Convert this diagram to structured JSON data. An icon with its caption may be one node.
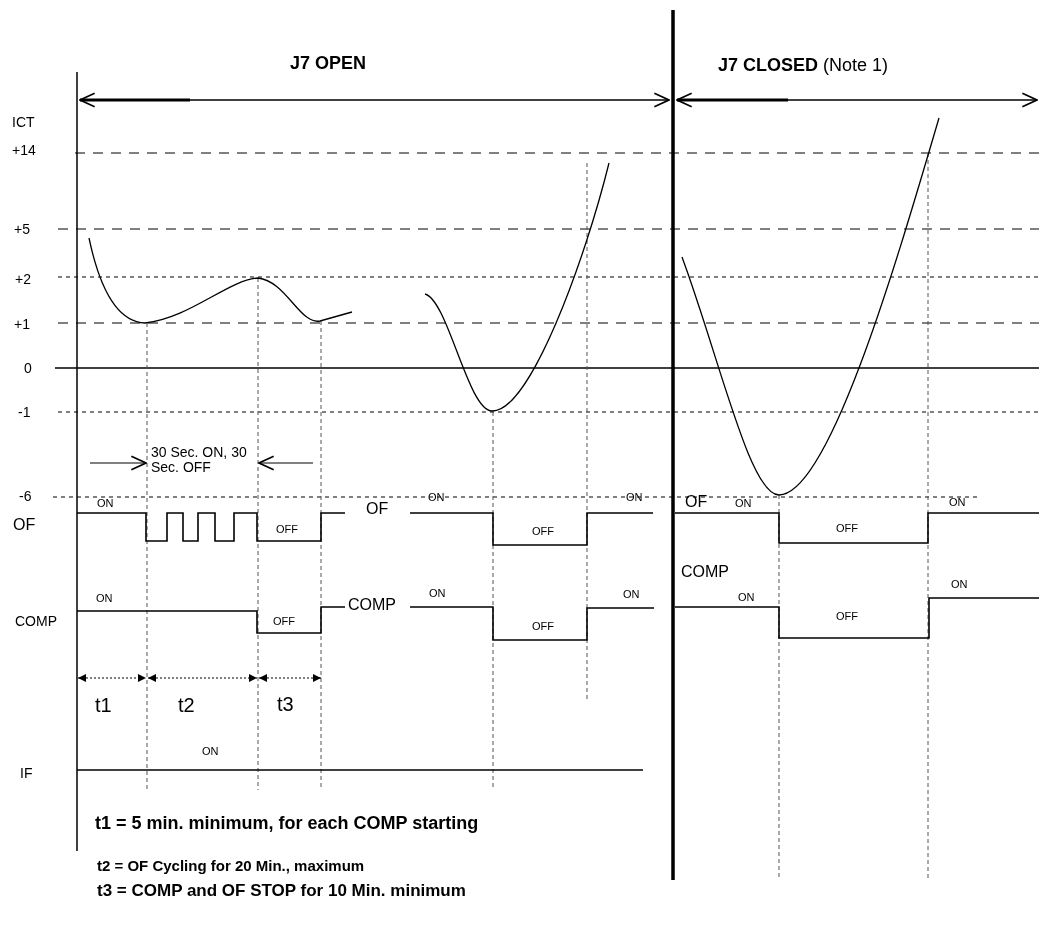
{
  "diagram": {
    "labels": [
      "J7 OPEN",
      "**J7 CLOSED** (Note 1)",
      "ICT",
      "+14",
      "+5",
      "+2",
      "+1",
      "0",
      "-1",
      "30 Sec. ON, 30 Sec. OFF",
      "-6",
      "ON",
      "ON",
      "ON",
      "OF",
      "OF",
      "OF",
      "ON",
      "ON",
      "OFF",
      "OFF",
      "OFF",
      "COMP",
      "ON",
      "ON",
      "ON",
      "ON",
      "ON",
      "COMP",
      "COMP",
      "OFF",
      "OFF",
      "OFF",
      "t1",
      "t2",
      "t3",
      "ON",
      "IF",
      "t1 = 5 min. minimum, for each COMP starting",
      "t2 = OF Cycling for 20 Min., maximum",
      "t3 = COMP and OF STOP for 10 Min. minimum"
    ]
  }
}
